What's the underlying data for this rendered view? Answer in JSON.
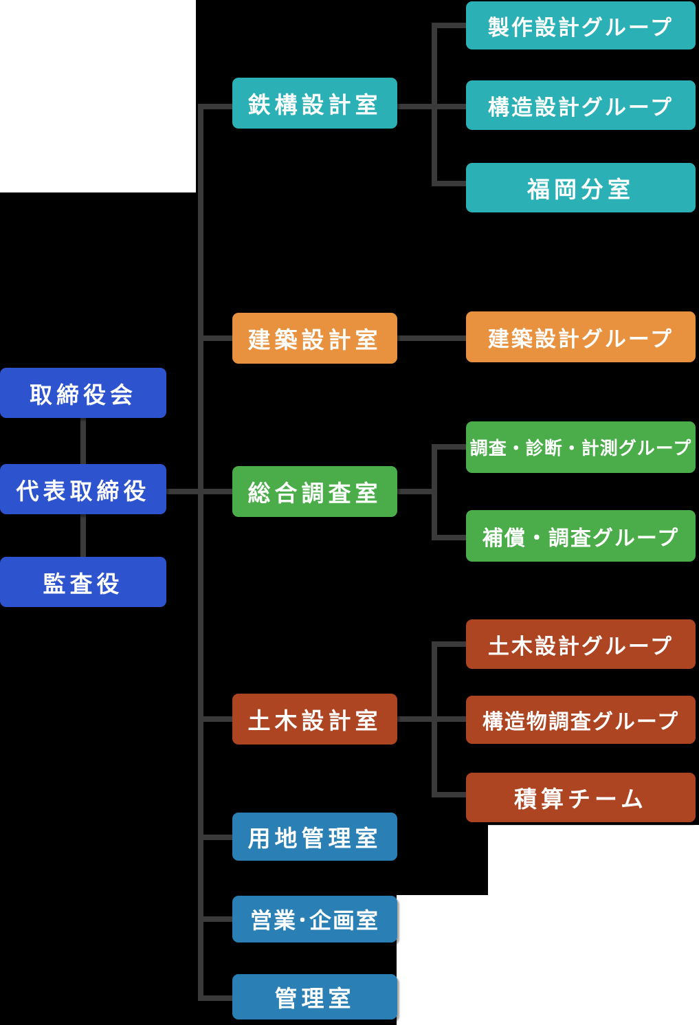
{
  "palette": {
    "background": "#000000",
    "exposed_white": "#ffffff",
    "connector": "#3a3a3a",
    "governance_blue": "#2d53cf",
    "office_steel_blue": "#2a7fb4",
    "steel_design_teal": "#2bb1b5",
    "architecture_orange": "#e8923f",
    "survey_green": "#4bad4a",
    "civil_rust": "#ae4522",
    "text": "#ffffff"
  },
  "governance": [
    {
      "id": "board",
      "label": "取締役会"
    },
    {
      "id": "representative-director",
      "label": "代表取締役"
    },
    {
      "id": "auditor",
      "label": "監査役"
    }
  ],
  "departments": [
    {
      "id": "steel-design-office",
      "label": "鉄構設計室",
      "color": "#2bb1b5",
      "groups": [
        {
          "id": "production-design-group",
          "label": "製作設計グループ"
        },
        {
          "id": "structural-design-group",
          "label": "構造設計グループ"
        },
        {
          "id": "fukuoka-branch",
          "label": "福岡分室"
        }
      ]
    },
    {
      "id": "architectural-design-office",
      "label": "建築設計室",
      "color": "#e8923f",
      "groups": [
        {
          "id": "architectural-design-group",
          "label": "建築設計グループ"
        }
      ]
    },
    {
      "id": "general-survey-office",
      "label": "総合調査室",
      "color": "#4bad4a",
      "groups": [
        {
          "id": "survey-diagnosis-measurement-group",
          "label": "調査・診断・計測グループ"
        },
        {
          "id": "compensation-survey-group",
          "label": "補償・調査グループ"
        }
      ]
    },
    {
      "id": "civil-design-office",
      "label": "土木設計室",
      "color": "#ae4522",
      "groups": [
        {
          "id": "civil-design-group",
          "label": "土木設計グループ"
        },
        {
          "id": "structure-survey-group",
          "label": "構造物調査グループ"
        },
        {
          "id": "estimation-team",
          "label": "積算チーム"
        }
      ]
    },
    {
      "id": "land-management-office",
      "label": "用地管理室",
      "color": "#2a7fb4",
      "groups": []
    },
    {
      "id": "sales-planning-office",
      "label": "営業･企画室",
      "color": "#2a7fb4",
      "groups": []
    },
    {
      "id": "administration-office",
      "label": "管理室",
      "color": "#2a7fb4",
      "groups": []
    }
  ]
}
